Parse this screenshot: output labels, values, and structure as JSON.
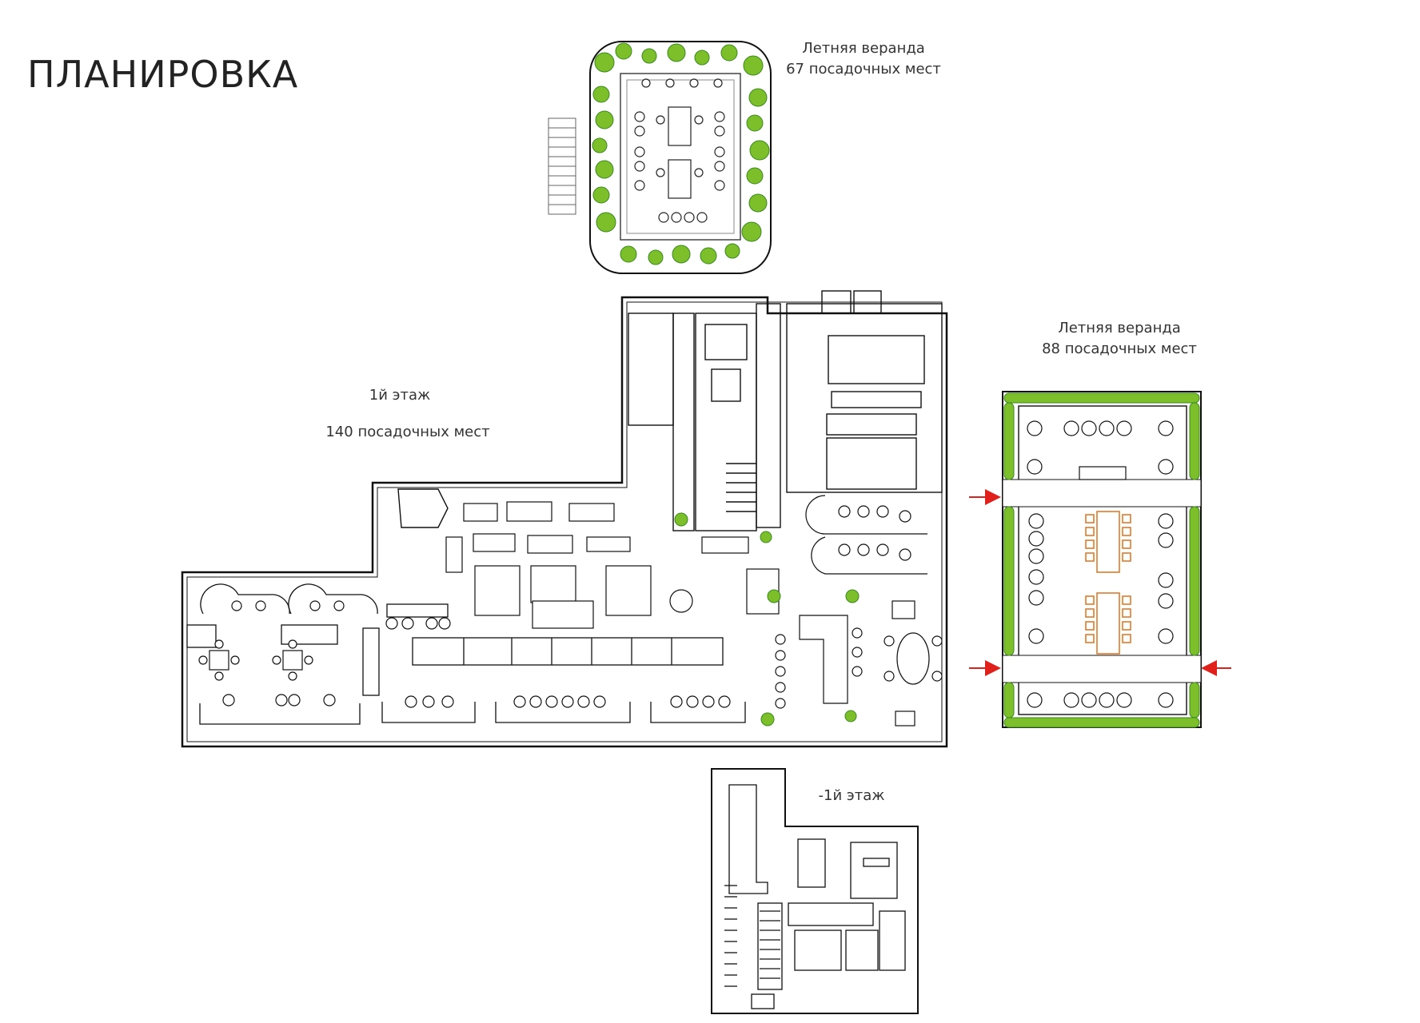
{
  "page": {
    "title": "ПЛАНИРОВКА"
  },
  "labels": {
    "veranda_top_title": "Летняя веранда",
    "veranda_top_seats": "67 посадочных мест",
    "veranda_right_title": "Летняя веранда",
    "veranda_right_seats": "88 посадочных мест",
    "floor1_title": "1й этаж",
    "floor1_seats": "140 посадочных мест",
    "floor_minus1_title": "-1й этаж"
  },
  "colors": {
    "wall": "#111111",
    "greenery": "#7cbf2a",
    "greenery_dark": "#3a8a1f",
    "tables_highlight": "#e07b2a",
    "entrance_arrow": "#e0201b"
  }
}
